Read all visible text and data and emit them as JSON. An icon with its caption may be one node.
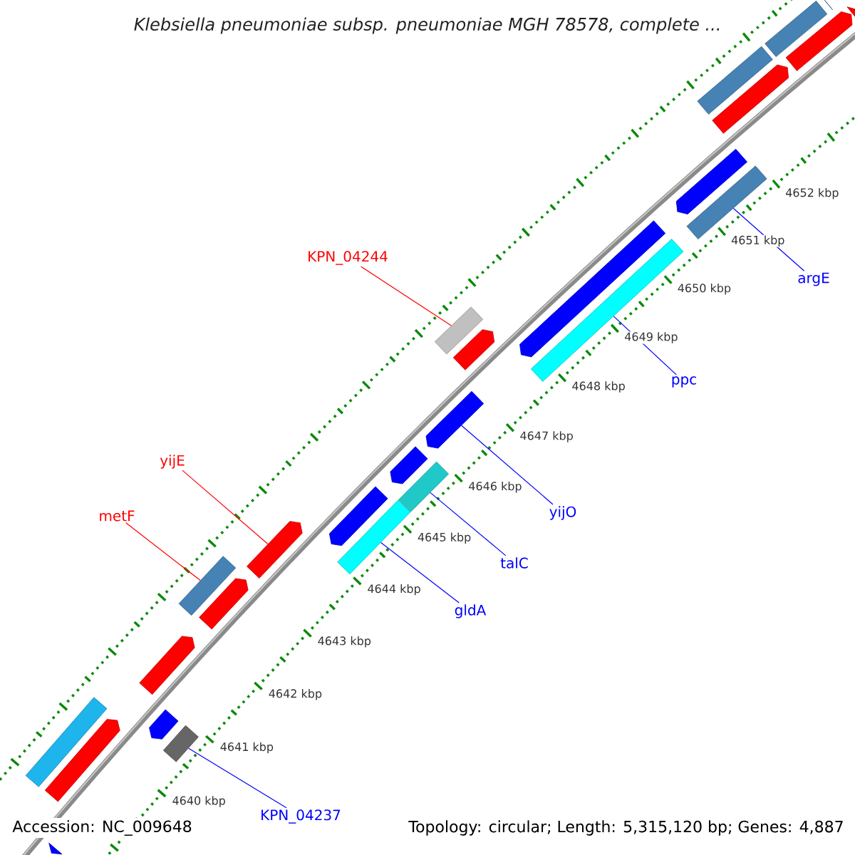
{
  "diagram": {
    "title": "Klebsiella pneumoniae subsp. pneumoniae MGH 78578, complete ...",
    "nodes": [
      {
        "text": [
          "KPN_04244"
        ]
      },
      {
        "text": [
          "argE"
        ]
      },
      {
        "text": [
          "ppc"
        ]
      },
      {
        "text": [
          "yijE"
        ]
      },
      {
        "text": [
          "yijO"
        ]
      },
      {
        "text": [
          "metF"
        ]
      },
      {
        "text": [
          "talC"
        ]
      },
      {
        "text": [
          "gldA"
        ]
      },
      {
        "text": [
          "KPN_04237"
        ]
      },
      {
        "text": [],
        "shape": "box"
      },
      {
        "text": [],
        "shape": "pentagon"
      },
      {
        "text": [],
        "shape": "box"
      },
      {
        "text": [],
        "shape": "pentagon"
      },
      {
        "text": [],
        "shape": "box"
      },
      {
        "text": [],
        "shape": "pentagon"
      },
      {
        "text": [],
        "shape": "pentagon"
      },
      {
        "text": [],
        "shape": "box"
      },
      {
        "text": [],
        "shape": "pentagon"
      },
      {
        "text": [],
        "shape": "box"
      },
      {
        "text": [],
        "shape": "box"
      },
      {
        "text": [],
        "shape": "pentagon"
      },
      {
        "text": [],
        "shape": "pentagon"
      },
      {
        "text": [],
        "shape": "pentagon"
      },
      {
        "text": [],
        "shape": "box"
      },
      {
        "text": [],
        "shape": "pentagon"
      },
      {
        "text": [],
        "shape": "box"
      },
      {
        "text": [],
        "shape": "pentagon"
      },
      {
        "text": [],
        "shape": "box"
      },
      {
        "text": [],
        "shape": "pentagon"
      },
      {
        "text": [],
        "shape": "pentagon"
      },
      {
        "text": [],
        "shape": "pentagon"
      },
      {
        "text": [],
        "shape": "box"
      },
      {
        "text": [],
        "shape": "box"
      },
      {
        "text": [],
        "shape": "pentagon"
      },
      {
        "text": [],
        "shape": "pentagon"
      }
    ],
    "edges": [
      {
        "from": 0,
        "to": 19,
        "arrow": "none",
        "color": "#ff0000"
      },
      {
        "from": 1,
        "to": 16,
        "arrow": "none"
      },
      {
        "from": 2,
        "to": 18,
        "arrow": "none"
      },
      {
        "from": 3,
        "to": 26,
        "arrow": "none",
        "color": "#ff0000"
      },
      {
        "from": 4,
        "to": 21,
        "arrow": "none"
      },
      {
        "from": 5,
        "to": 27,
        "arrow": "none",
        "color": "#ff0000"
      },
      {
        "from": 6,
        "to": 23,
        "arrow": "none"
      },
      {
        "from": 7,
        "to": 25,
        "arrow": "none"
      },
      {
        "from": 8,
        "to": 32,
        "arrow": "none"
      }
    ],
    "labels": [
      "4652 kbp",
      "4651 kbp",
      "4650 kbp",
      "4649 kbp",
      "4648 kbp",
      "4647 kbp",
      "4646 kbp",
      "4645 kbp",
      "4644 kbp",
      "4643 kbp",
      "4642 kbp",
      "4641 kbp",
      "4640 kbp",
      "Accession: NC_009648",
      "Topology: circular; Length: 5,315,120 bp; Genes: 4,887"
    ]
  }
}
